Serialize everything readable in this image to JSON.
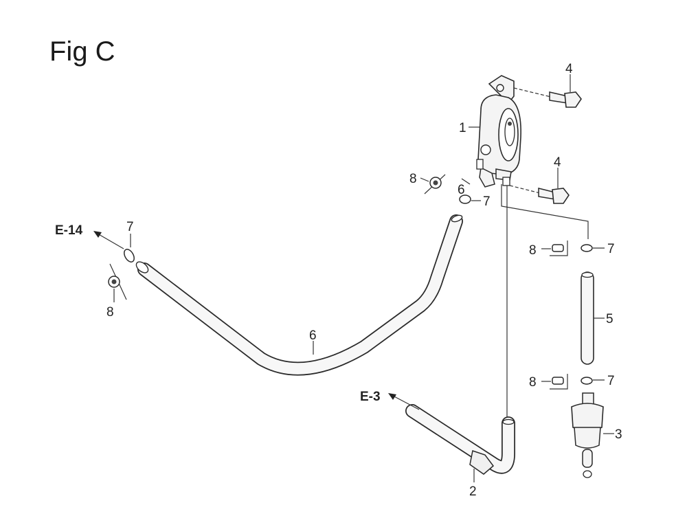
{
  "figure": {
    "title": "Fig C"
  },
  "callouts": {
    "pump": "1",
    "elbow_hose": "2",
    "filter": "3",
    "bolt_upper": "4",
    "bolt_lower": "4",
    "short_hose": "5",
    "long_hose": "6",
    "long_hose_end": "6",
    "clip_left": "7",
    "clip_pump": "7",
    "clip_upper_right": "7",
    "clip_lower_right": "7",
    "clamp_left": "8",
    "clamp_pump": "8",
    "clamp_upper_right": "8",
    "clamp_lower_right": "8"
  },
  "references": {
    "left": "E-14",
    "lower": "E-3"
  },
  "colors": {
    "line": "#2a2a2a",
    "fill": "#f7f7f7",
    "text": "#222222"
  }
}
